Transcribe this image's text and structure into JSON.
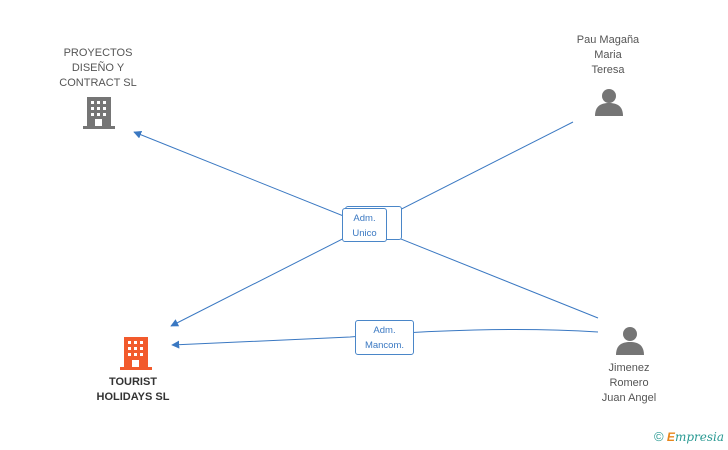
{
  "nodes": {
    "company_top": {
      "lines": [
        "PROYECTOS",
        "DISEÑO Y",
        "CONTRACT SL"
      ]
    },
    "company_main": {
      "lines": [
        "TOURIST",
        "HOLIDAYS SL"
      ]
    },
    "person_top": {
      "lines": [
        "Pau Magaña",
        "Maria",
        "Teresa"
      ]
    },
    "person_bottom": {
      "lines": [
        "Jimenez",
        "Romero",
        "Juan Angel"
      ]
    }
  },
  "edges": {
    "adm_unico_back": {
      "lines": [
        "Adm.",
        "Unico"
      ]
    },
    "adm_unico_front": {
      "lines": [
        "Adm.",
        "Unico"
      ]
    },
    "adm_mancom": {
      "lines": [
        "Adm.",
        "Mancom."
      ]
    }
  },
  "footer": {
    "copyright_symbol": "©",
    "brand_initial": "E",
    "brand_rest": "mpresia"
  },
  "colors": {
    "edge": "#3a78c2",
    "icon_gray": "#757575",
    "icon_highlight": "#f25a2c"
  },
  "icons": {
    "company_top": "building-icon",
    "company_main": "building-icon",
    "person_top": "person-icon",
    "person_bottom": "person-icon"
  }
}
